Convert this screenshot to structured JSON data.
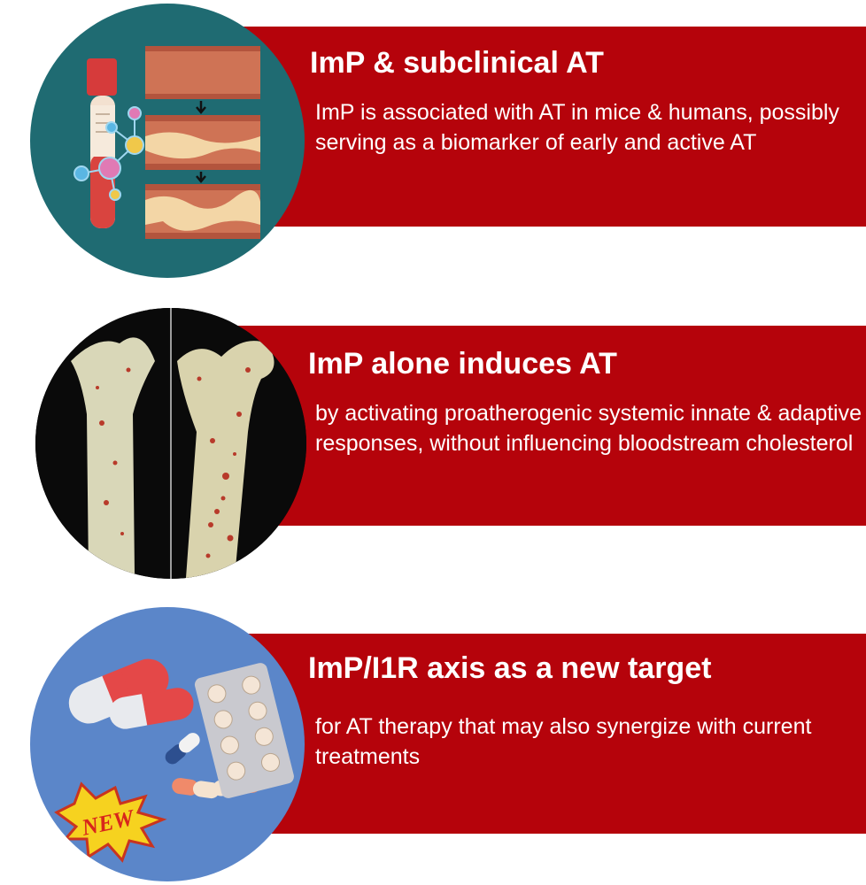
{
  "panels": [
    {
      "title": "ImP & subclinical AT",
      "body": "ImP is associated with AT in mice & humans, possibly serving as a biomarker of early and active AT",
      "banner_color": "#b5030b",
      "circle_color": "#1f6b72",
      "icons": [
        "blood-tube-icon",
        "molecule-icon",
        "artery-plaque-icon"
      ]
    },
    {
      "title": "ImP alone induces AT",
      "body": "by activating proatherogenic systemic innate & adaptive responses, without influencing bloodstream cholesterol",
      "banner_color": "#b5030b",
      "circle_color": "#0a0a0a",
      "icons": [
        "aorta-stained-image"
      ]
    },
    {
      "title": "ImP/I1R axis as a new target",
      "body": "for AT therapy that may also synergize with current treatments",
      "banner_color": "#b5030b",
      "circle_color": "#5b86c9",
      "icons": [
        "capsule-icon",
        "pill-blister-icon",
        "new-burst-icon"
      ],
      "badge_text": "NEW"
    }
  ]
}
